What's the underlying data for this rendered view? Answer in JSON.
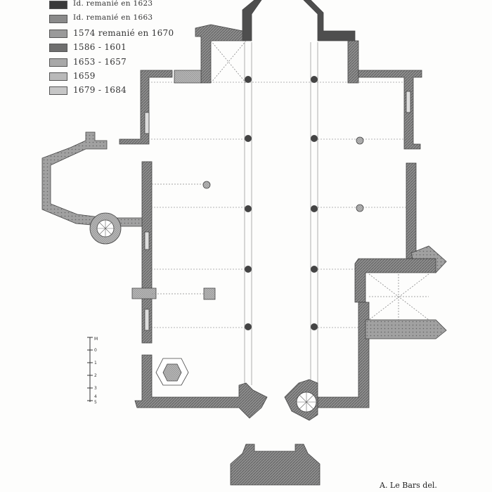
{
  "legend": [
    {
      "label": "Id. remanié  en  1623",
      "color": "#3a3a3a"
    },
    {
      "label": "Id. remanié  en  1663",
      "color": "#8a8a8a"
    },
    {
      "label": "1574  remanié  en  1670",
      "color": "#9a9a9a"
    },
    {
      "label": "1586 - 1601",
      "color": "#6e6e6e"
    },
    {
      "label": "1653 - 1657",
      "color": "#a8a8a8"
    },
    {
      "label": "1659",
      "color": "#b9b9b9"
    },
    {
      "label": "1679 - 1684",
      "color": "#c6c6c6"
    }
  ],
  "scale": {
    "unit": "M",
    "ticks": [
      "0",
      "1",
      "2",
      "3",
      "4",
      "5"
    ]
  },
  "credit": "A. Le Bars del."
}
